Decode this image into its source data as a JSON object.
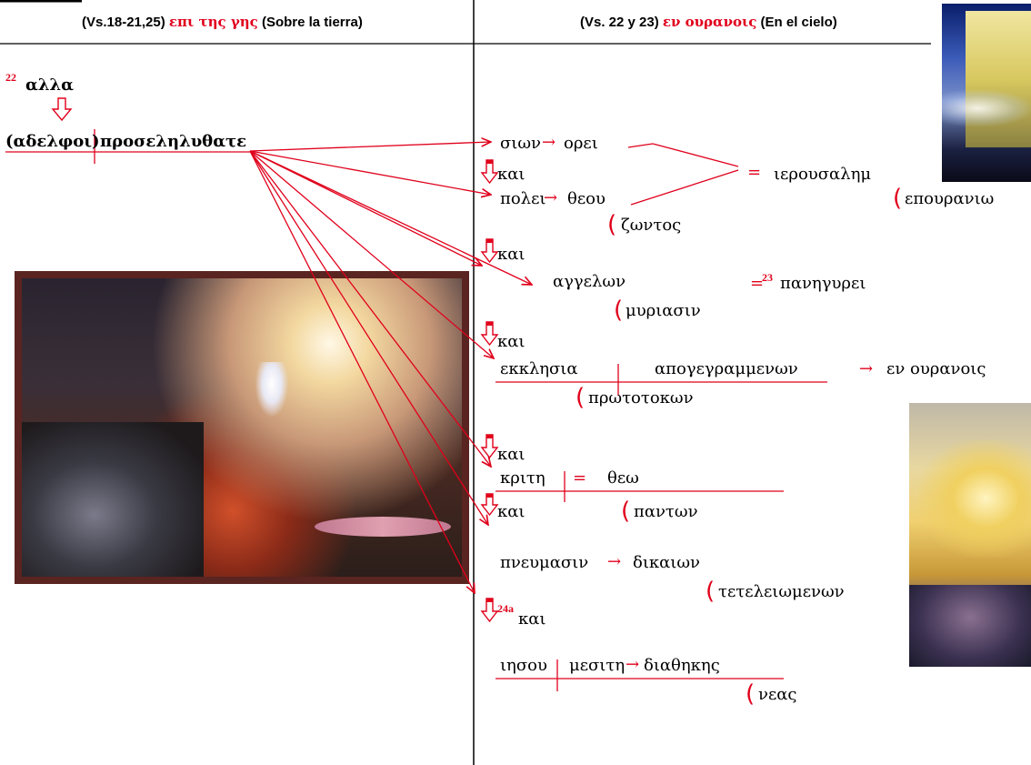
{
  "header": {
    "left": {
      "ref": "(Vs.18-21,25)",
      "greek": "επι της γης",
      "gloss": "(Sobre la tierra)"
    },
    "right": {
      "ref": "(Vs. 22 y 23)",
      "greek": "εν ουρανοις",
      "gloss": "(En el cielo)"
    }
  },
  "left": {
    "verse22": "22",
    "alla": "αλλα",
    "subject": "(αδελφοι)",
    "verb": "προσεληλυθατε"
  },
  "right": {
    "sion": "σιων",
    "orei": "ορει",
    "kai1": "και",
    "polei": "πολει",
    "theou": "θεου",
    "equals1": "=",
    "ierousalem": "ιερουσαλημ",
    "epouraniw": "επουρανιω",
    "zontos": "ζωντος",
    "kai2": "και",
    "angelon": "αγγελων",
    "equals2": "=",
    "verse23": "23",
    "panegurei": "πανηγυρει",
    "muriasin": "μυριασιν",
    "kai3": "και",
    "ekklesia": "εκκλησια",
    "apogegrammenon": "απογεγραμμενων",
    "en_ouranois": "εν ουρανοις",
    "prototokon": "πρωτοτοκων",
    "kai4": "και",
    "krite": "κριτη",
    "equals3": "=",
    "theo": "θεω",
    "kai5": "και",
    "panton": "παντων",
    "pneumasin": "πνευμασιν",
    "dikaion": "δικαιων",
    "teteleiomenon": "τετελειωμενων",
    "verse24a": "24a",
    "kai6": "και",
    "iesou": "ιησου",
    "mesite": "μεσιτη",
    "diathekes": "διαθηκης",
    "neas": "νεας"
  },
  "colors": {
    "accent": "#e0001b",
    "text": "#000000"
  },
  "images": [
    "rapture-painting",
    "heavenly-city-top",
    "heavenly-city-side"
  ]
}
